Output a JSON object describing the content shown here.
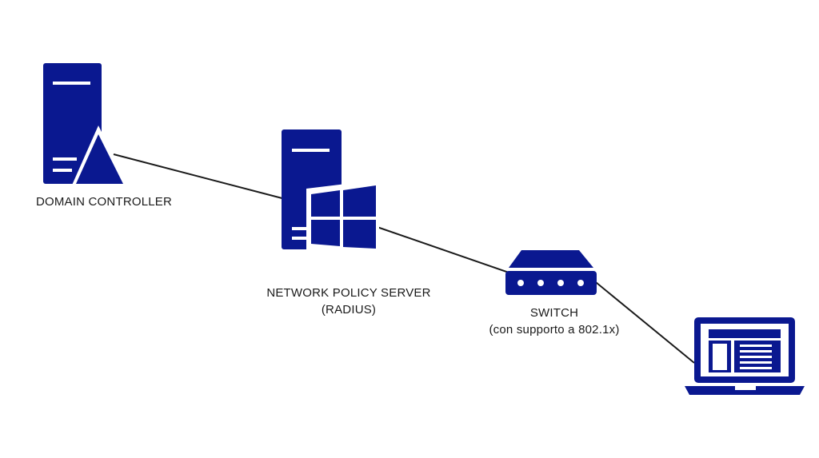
{
  "colors": {
    "icon_fill": "#0a1890",
    "line": "#1a1a1a",
    "background": "#ffffff"
  },
  "nodes": {
    "domain_controller": {
      "icon": "server-warning-icon",
      "label": "DOMAIN CONTROLLER"
    },
    "network_policy_server": {
      "icon": "windows-server-icon",
      "label_line1": "NETWORK POLICY SERVER",
      "label_line2": "(RADIUS)"
    },
    "switch": {
      "icon": "network-switch-icon",
      "label_line1": "SWITCH",
      "label_line2": "(con supporto a 802.1x)"
    },
    "client": {
      "icon": "laptop-icon"
    }
  },
  "connections": [
    {
      "from": "domain_controller",
      "to": "network_policy_server"
    },
    {
      "from": "network_policy_server",
      "to": "switch"
    },
    {
      "from": "switch",
      "to": "client"
    }
  ]
}
